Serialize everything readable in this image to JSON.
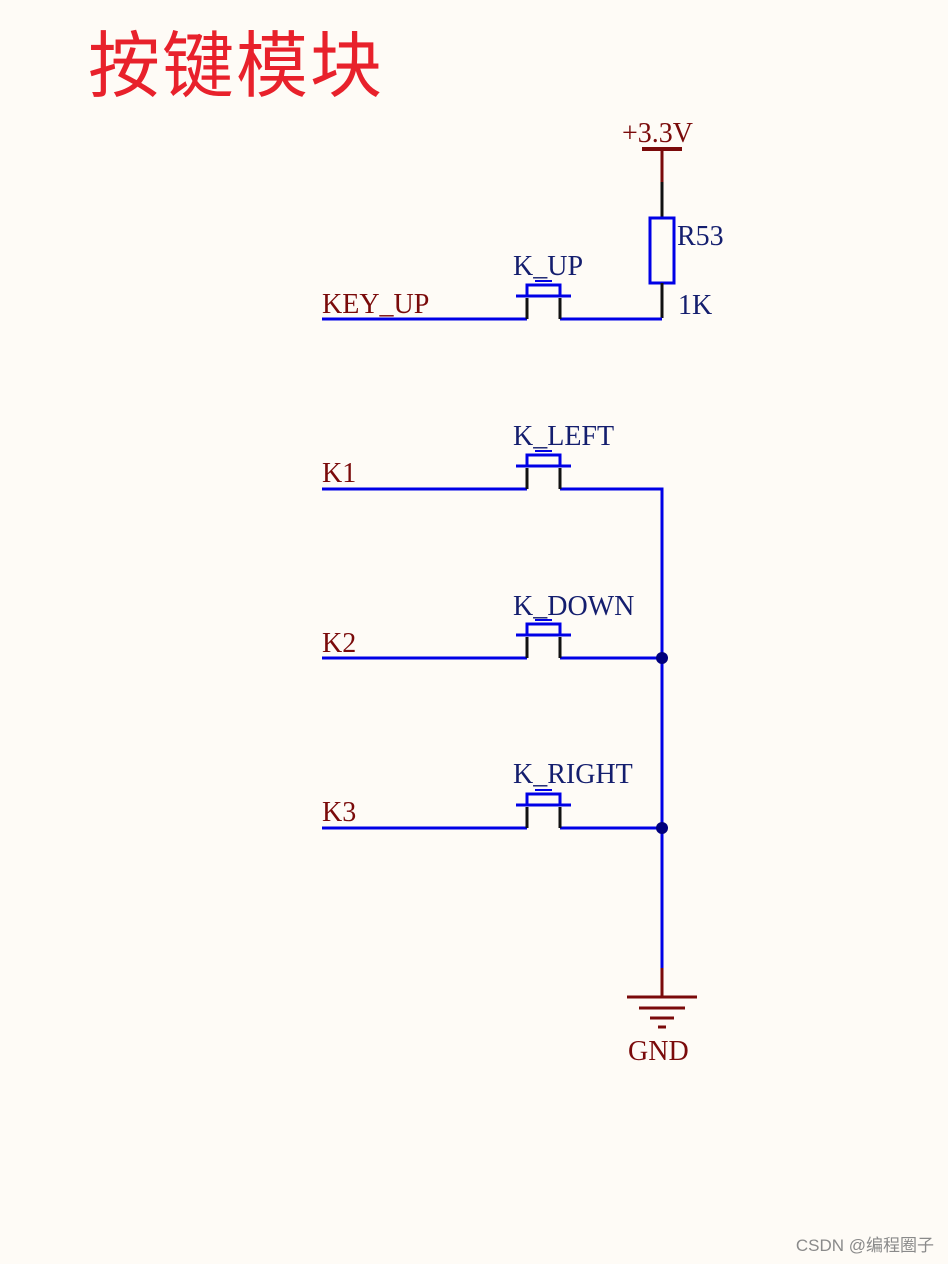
{
  "title": "按键模块",
  "power": {
    "label": "+3.3V"
  },
  "resistor": {
    "designator": "R53",
    "value": "1K"
  },
  "ground": {
    "label": "GND"
  },
  "nets": {
    "key_up": "KEY_UP",
    "k1": "K1",
    "k2": "K2",
    "k3": "K3"
  },
  "switches": {
    "up": "K_UP",
    "left": "K_LEFT",
    "down": "K_DOWN",
    "right": "K_RIGHT"
  },
  "colors": {
    "wire": "#0000e6",
    "junction": "#00007d",
    "component_body": "#0000e6",
    "component_pin": "#111111",
    "power_symbol": "#7a0a0a",
    "title": "#e8212b",
    "background": "#fefbf6"
  },
  "watermark": "CSDN @编程圈子"
}
